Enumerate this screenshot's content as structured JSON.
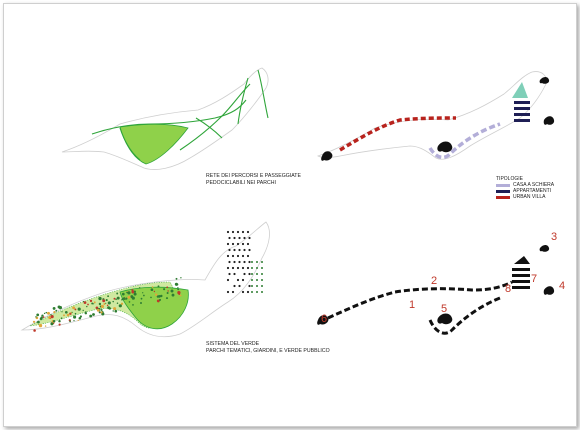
{
  "captions": {
    "top_left": [
      "RETE DEI PERCORSI E PASSEGGIATE",
      "PEDOCICLABILI NEI PARCHI"
    ],
    "bottom_left": [
      "SISTEMA DEL VERDE",
      "PARCHI TEMATICI, GIARDINI, E VERDE PUBBLICO"
    ]
  },
  "legend": {
    "title": "TIPOLOGIE",
    "items": [
      {
        "label": "CASA A SCHIERA",
        "color": "#b3aed8"
      },
      {
        "label": "APPARTAMENTI",
        "color": "#1f1f55"
      },
      {
        "label": "URBAN VILLA",
        "color": "#b8231d"
      }
    ]
  },
  "lot_numbers": [
    "1",
    "2",
    "3",
    "4",
    "5",
    "6",
    "7",
    "8"
  ],
  "colors": {
    "path_green": "#2fa53a",
    "park_fill": "#8fd14a",
    "outline": "#cfcfcf",
    "label_red": "#c0392b",
    "block_black": "#111111"
  }
}
